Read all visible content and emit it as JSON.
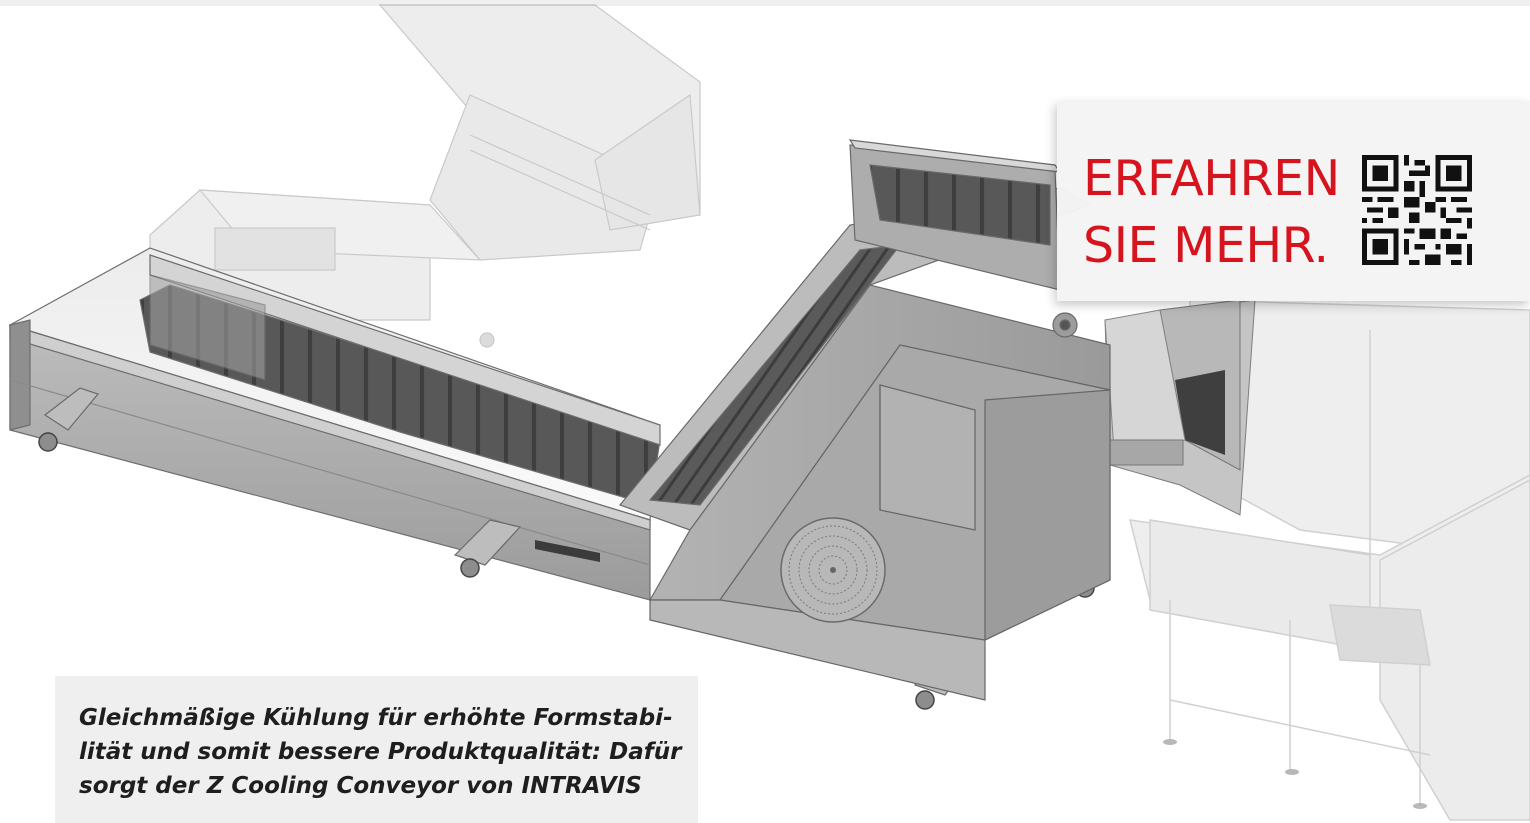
{
  "cta": {
    "line1": "ERFAHREN",
    "line2": "SIE MEHR.",
    "color": "#d6141e"
  },
  "caption": {
    "line1": "Gleichmäßige Kühlung für erhöhte Formstabi-",
    "line2": "lität und somit bessere Produktqualität: Dafür",
    "line3": "sorgt der Z Cooling Conveyor von INTRAVIS"
  },
  "colors": {
    "background": "#ffffff",
    "metal": "#a7a7a7",
    "metal_dark": "#626262",
    "accent_red": "#d6141e"
  },
  "icons": [
    "qr-code-icon",
    "fan-grille-icon",
    "caster-wheel-icon"
  ]
}
